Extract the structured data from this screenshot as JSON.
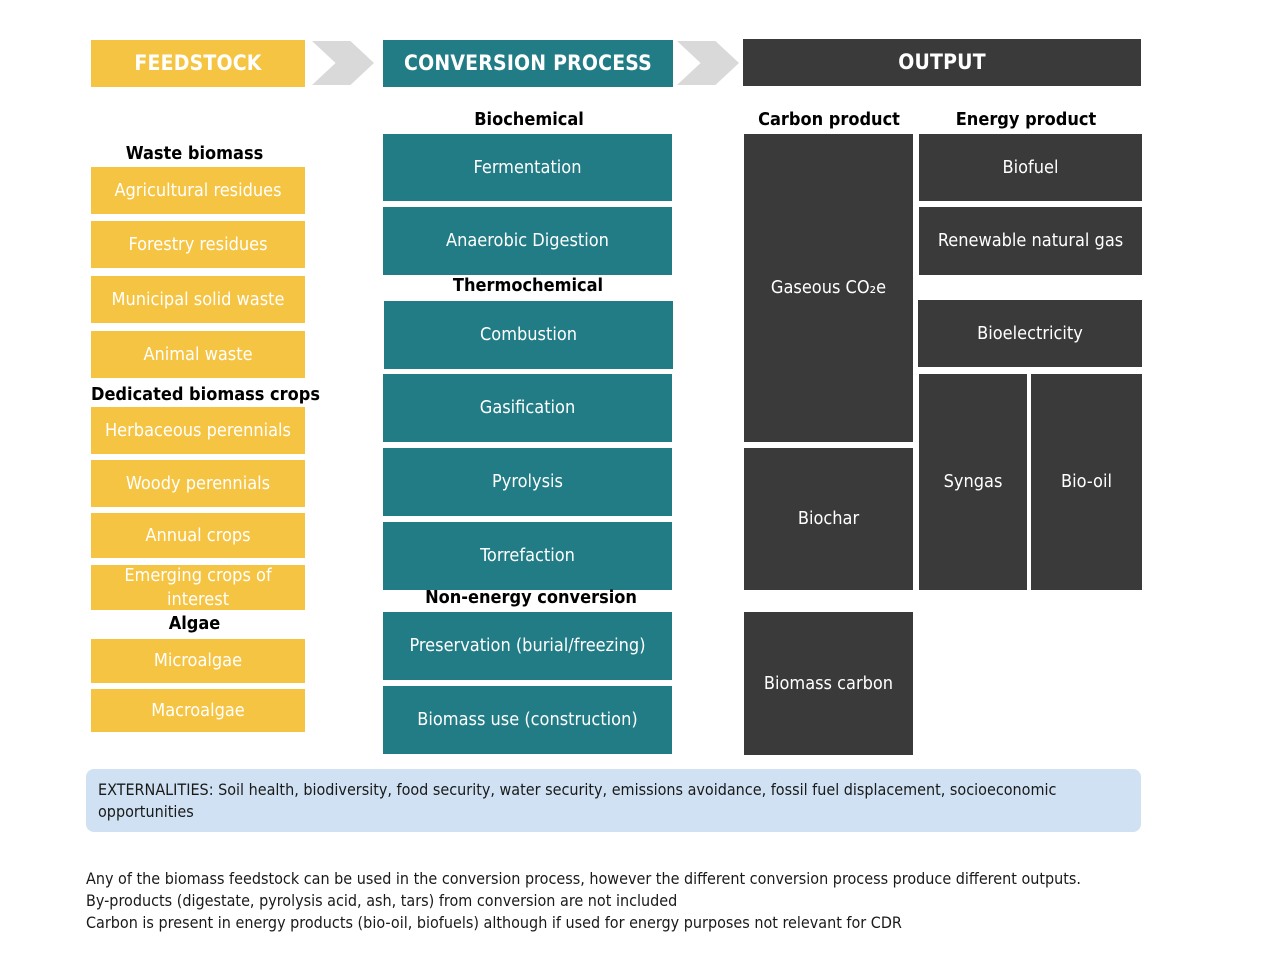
{
  "headers": {
    "feedstock": "FEEDSTOCK",
    "conversion": "CONVERSION PROCESS",
    "output": "OUTPUT"
  },
  "feedstock": {
    "waste_label": "Waste biomass",
    "waste_items": [
      "Agricultural residues",
      "Forestry residues",
      "Municipal solid waste",
      "Animal waste"
    ],
    "crops_label": "Dedicated biomass crops",
    "crops_items": [
      "Herbaceous perennials",
      "Woody perennials",
      "Annual crops",
      "Emerging crops of interest"
    ],
    "algae_label": "Algae",
    "algae_items": [
      "Microalgae",
      "Macroalgae"
    ]
  },
  "conversion": {
    "biochemical_label": "Biochemical",
    "biochemical_items": [
      "Fermentation",
      "Anaerobic Digestion"
    ],
    "thermochemical_label": "Thermochemical",
    "thermochemical_items": [
      "Combustion",
      "Gasification",
      "Pyrolysis",
      "Torrefaction"
    ],
    "nonenergy_label": "Non-energy conversion",
    "nonenergy_items": [
      "Preservation (burial/freezing)",
      "Biomass use (construction)"
    ]
  },
  "output": {
    "carbon_label": "Carbon product",
    "energy_label": "Energy product",
    "carbon_items": [
      "Gaseous CO₂e",
      "Biochar",
      "Biomass carbon"
    ],
    "energy_items": [
      "Biofuel",
      "Renewable natural gas",
      "Bioelectricity",
      "Syngas",
      "Bio-oil"
    ]
  },
  "externalities": "EXTERNALITIES: Soil health, biodiversity, food security, water security, emissions avoidance, fossil fuel displacement, socioeconomic opportunities",
  "notes": [
    "Any of the biomass feedstock can be used in the conversion process, however the different conversion process produce different outputs.",
    "By-products (digestate, pyrolysis acid, ash, tars) from conversion are not included",
    "Carbon is present in energy products (bio-oil, biofuels) although if used for energy purposes not relevant for CDR"
  ],
  "colors": {
    "feedstock": "#f6c443",
    "conversion": "#217c86",
    "output": "#3a3a3a",
    "chevron": "#d9d9d9",
    "externalities_bg": "#cfe1f2"
  }
}
